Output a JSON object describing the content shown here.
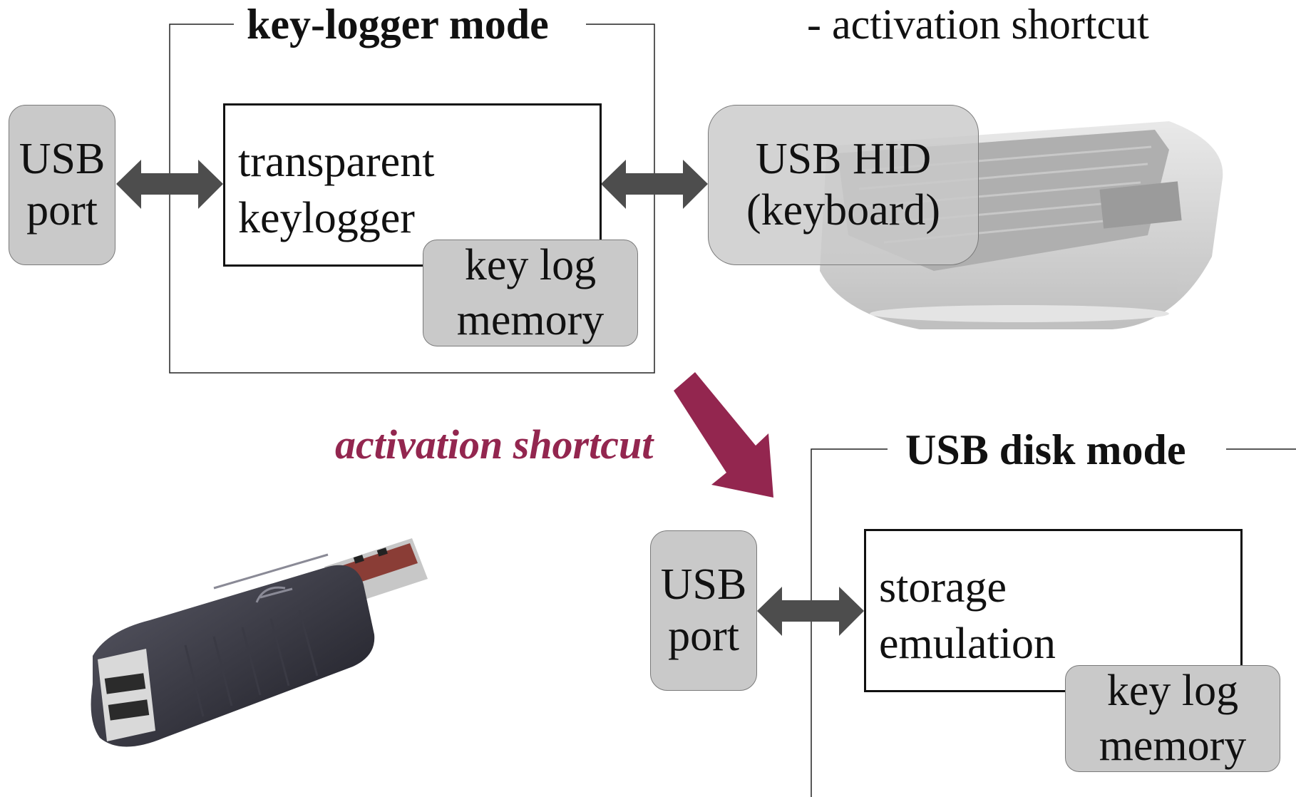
{
  "top_note": "- activation shortcut",
  "keylogger_mode": {
    "title": "key-logger mode",
    "usb_port": [
      "USB",
      "port"
    ],
    "keylogger_box": [
      "transparent",
      "keylogger"
    ],
    "memory": [
      "key log",
      "memory"
    ],
    "hid": [
      "USB HID",
      "(keyboard)"
    ]
  },
  "transition_label": "activation shortcut",
  "disk_mode": {
    "title": "USB disk mode",
    "usb_port": [
      "USB",
      "port"
    ],
    "storage_box": [
      "storage",
      "emulation"
    ],
    "memory": [
      "key log",
      "memory"
    ]
  },
  "colors": {
    "accent": "#93264f",
    "box_gray": "#c9c9c9",
    "arrow_gray": "#4d4d4d"
  }
}
